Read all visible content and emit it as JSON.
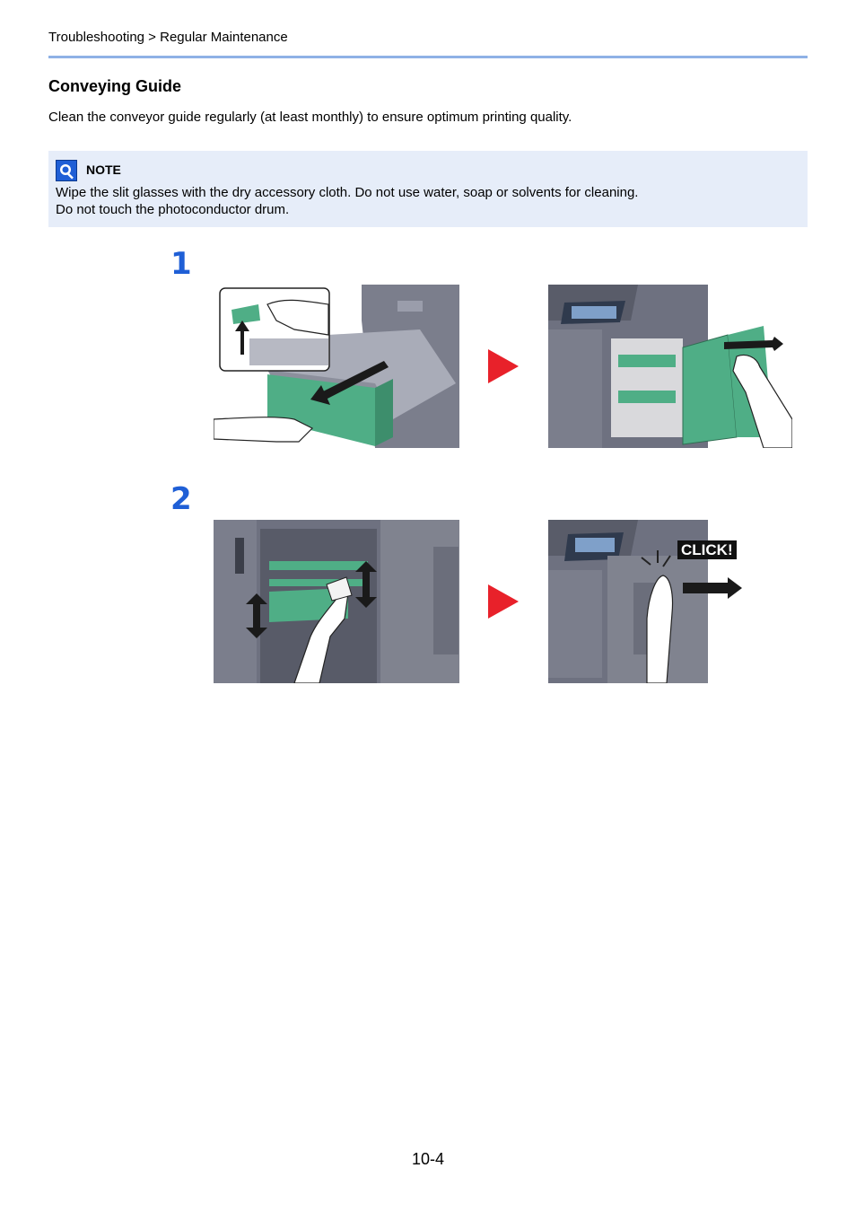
{
  "header": {
    "breadcrumb": "Troubleshooting > Regular Maintenance"
  },
  "section": {
    "title": "Conveying Guide",
    "intro": "Clean the conveyor guide regularly (at least monthly) to ensure optimum printing quality."
  },
  "note": {
    "icon": "note-icon",
    "label": "NOTE",
    "lines": [
      "Wipe the slit glasses with the dry accessory cloth. Do not use water, soap or solvents for cleaning.",
      "Do not touch the photoconductor drum."
    ]
  },
  "steps": [
    {
      "number": "1",
      "images": [
        "pull-out-cassette-illustration",
        "open-right-cover-illustration"
      ]
    },
    {
      "number": "2",
      "images": [
        "wipe-conveying-guide-illustration",
        "close-right-cover-illustration"
      ],
      "callout": "CLICK!"
    }
  ],
  "colors": {
    "accent_rule": "#8eb1e6",
    "note_bg": "#e6edf9",
    "step_number": "#1f5fd6",
    "next_arrow": "#e8212a",
    "machine_gray": "#6e7180",
    "green_part": "#4fae86"
  },
  "footer": {
    "page_number": "10-4"
  }
}
